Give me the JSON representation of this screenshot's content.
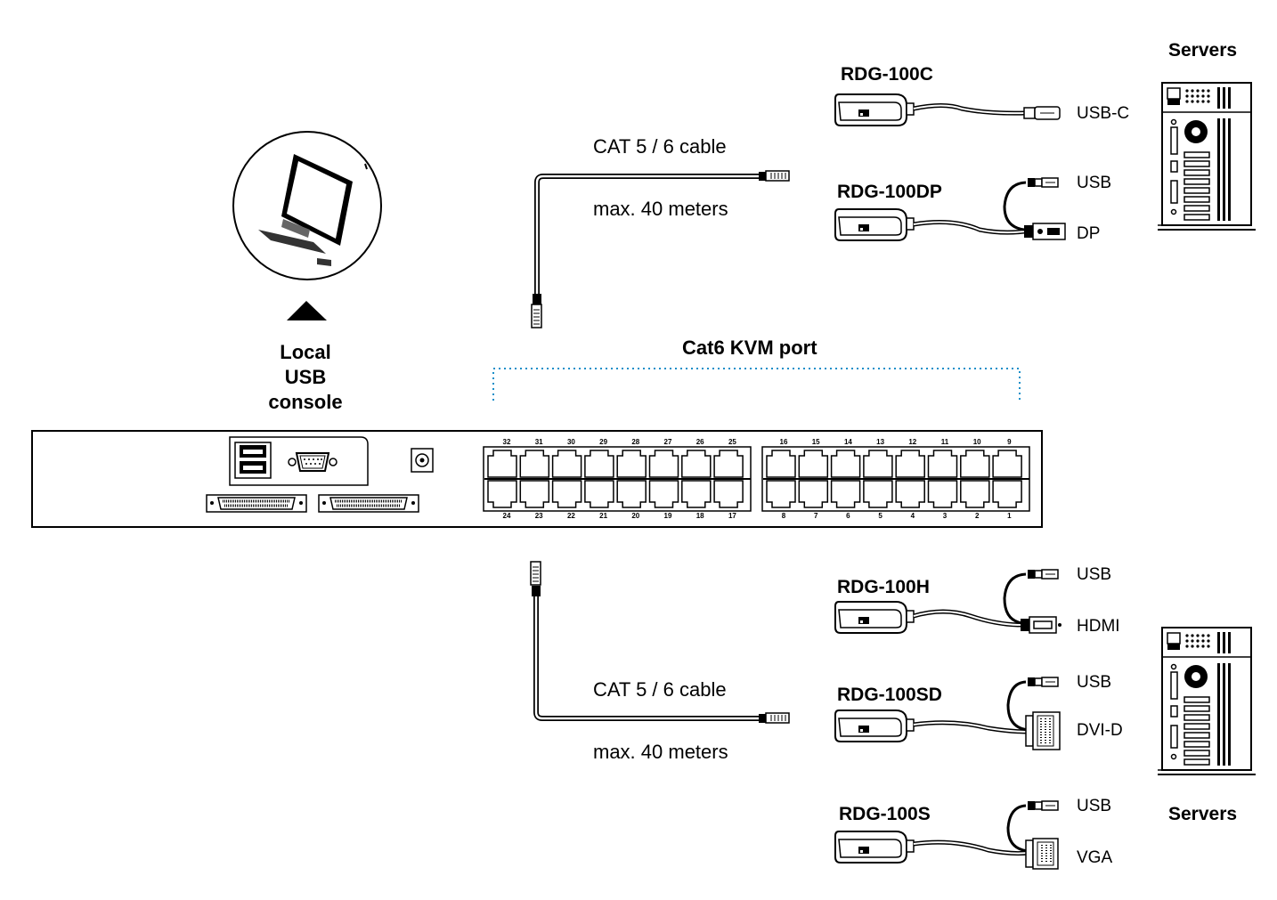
{
  "console": {
    "line1": "Local",
    "line2": "USB",
    "line3": "console"
  },
  "kvm_port_label": "Cat6 KVM port",
  "cable_top": {
    "type": "CAT 5 / 6 cable",
    "length": "max. 40 meters"
  },
  "cable_bottom": {
    "type": "CAT 5 / 6 cable",
    "length": "max. 40 meters"
  },
  "servers_top": "Servers",
  "servers_bottom": "Servers",
  "modules": [
    {
      "name": "RDG-100C",
      "ports": [
        "USB-C"
      ]
    },
    {
      "name": "RDG-100DP",
      "ports": [
        "USB",
        "DP"
      ]
    },
    {
      "name": "RDG-100H",
      "ports": [
        "USB",
        "HDMI"
      ]
    },
    {
      "name": "RDG-100SD",
      "ports": [
        "USB",
        "DVI-D"
      ]
    },
    {
      "name": "RDG-100S",
      "ports": [
        "USB",
        "VGA"
      ]
    }
  ],
  "switch_ports": {
    "top_left": [
      "32",
      "31",
      "30",
      "29",
      "28",
      "27",
      "26",
      "25"
    ],
    "bottom_left": [
      "24",
      "23",
      "22",
      "21",
      "20",
      "19",
      "18",
      "17"
    ],
    "top_right": [
      "16",
      "15",
      "14",
      "13",
      "12",
      "11",
      "10",
      "9"
    ],
    "bottom_right": [
      "8",
      "7",
      "6",
      "5",
      "4",
      "3",
      "2",
      "1"
    ]
  }
}
